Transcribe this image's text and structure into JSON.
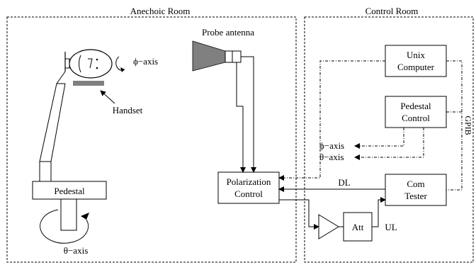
{
  "rooms": {
    "anechoic": "Anechoic Room",
    "control": "Control Room"
  },
  "labels": {
    "probe_antenna": "Probe antenna",
    "phi_axis_handset": "ϕ−axis",
    "handset": "Handset",
    "pedestal": "Pedestal",
    "theta_axis_pedestal": "θ−axis",
    "polarization_line1": "Polarization",
    "polarization_line2": "Control",
    "unix_line1": "Unix",
    "unix_line2": "Computer",
    "pedestal_control_line1": "Pedestal",
    "pedestal_control_line2": "Control",
    "phi_axis_control": "ϕ−axis",
    "theta_axis_control": "θ−axis",
    "com_tester_line1": "Com",
    "com_tester_line2": "Tester",
    "gpib": "GPIB",
    "dl": "DL",
    "att": "Att",
    "ul": "UL"
  },
  "colors": {
    "line": "#000000",
    "fill_gray": "#7f7f7f"
  }
}
